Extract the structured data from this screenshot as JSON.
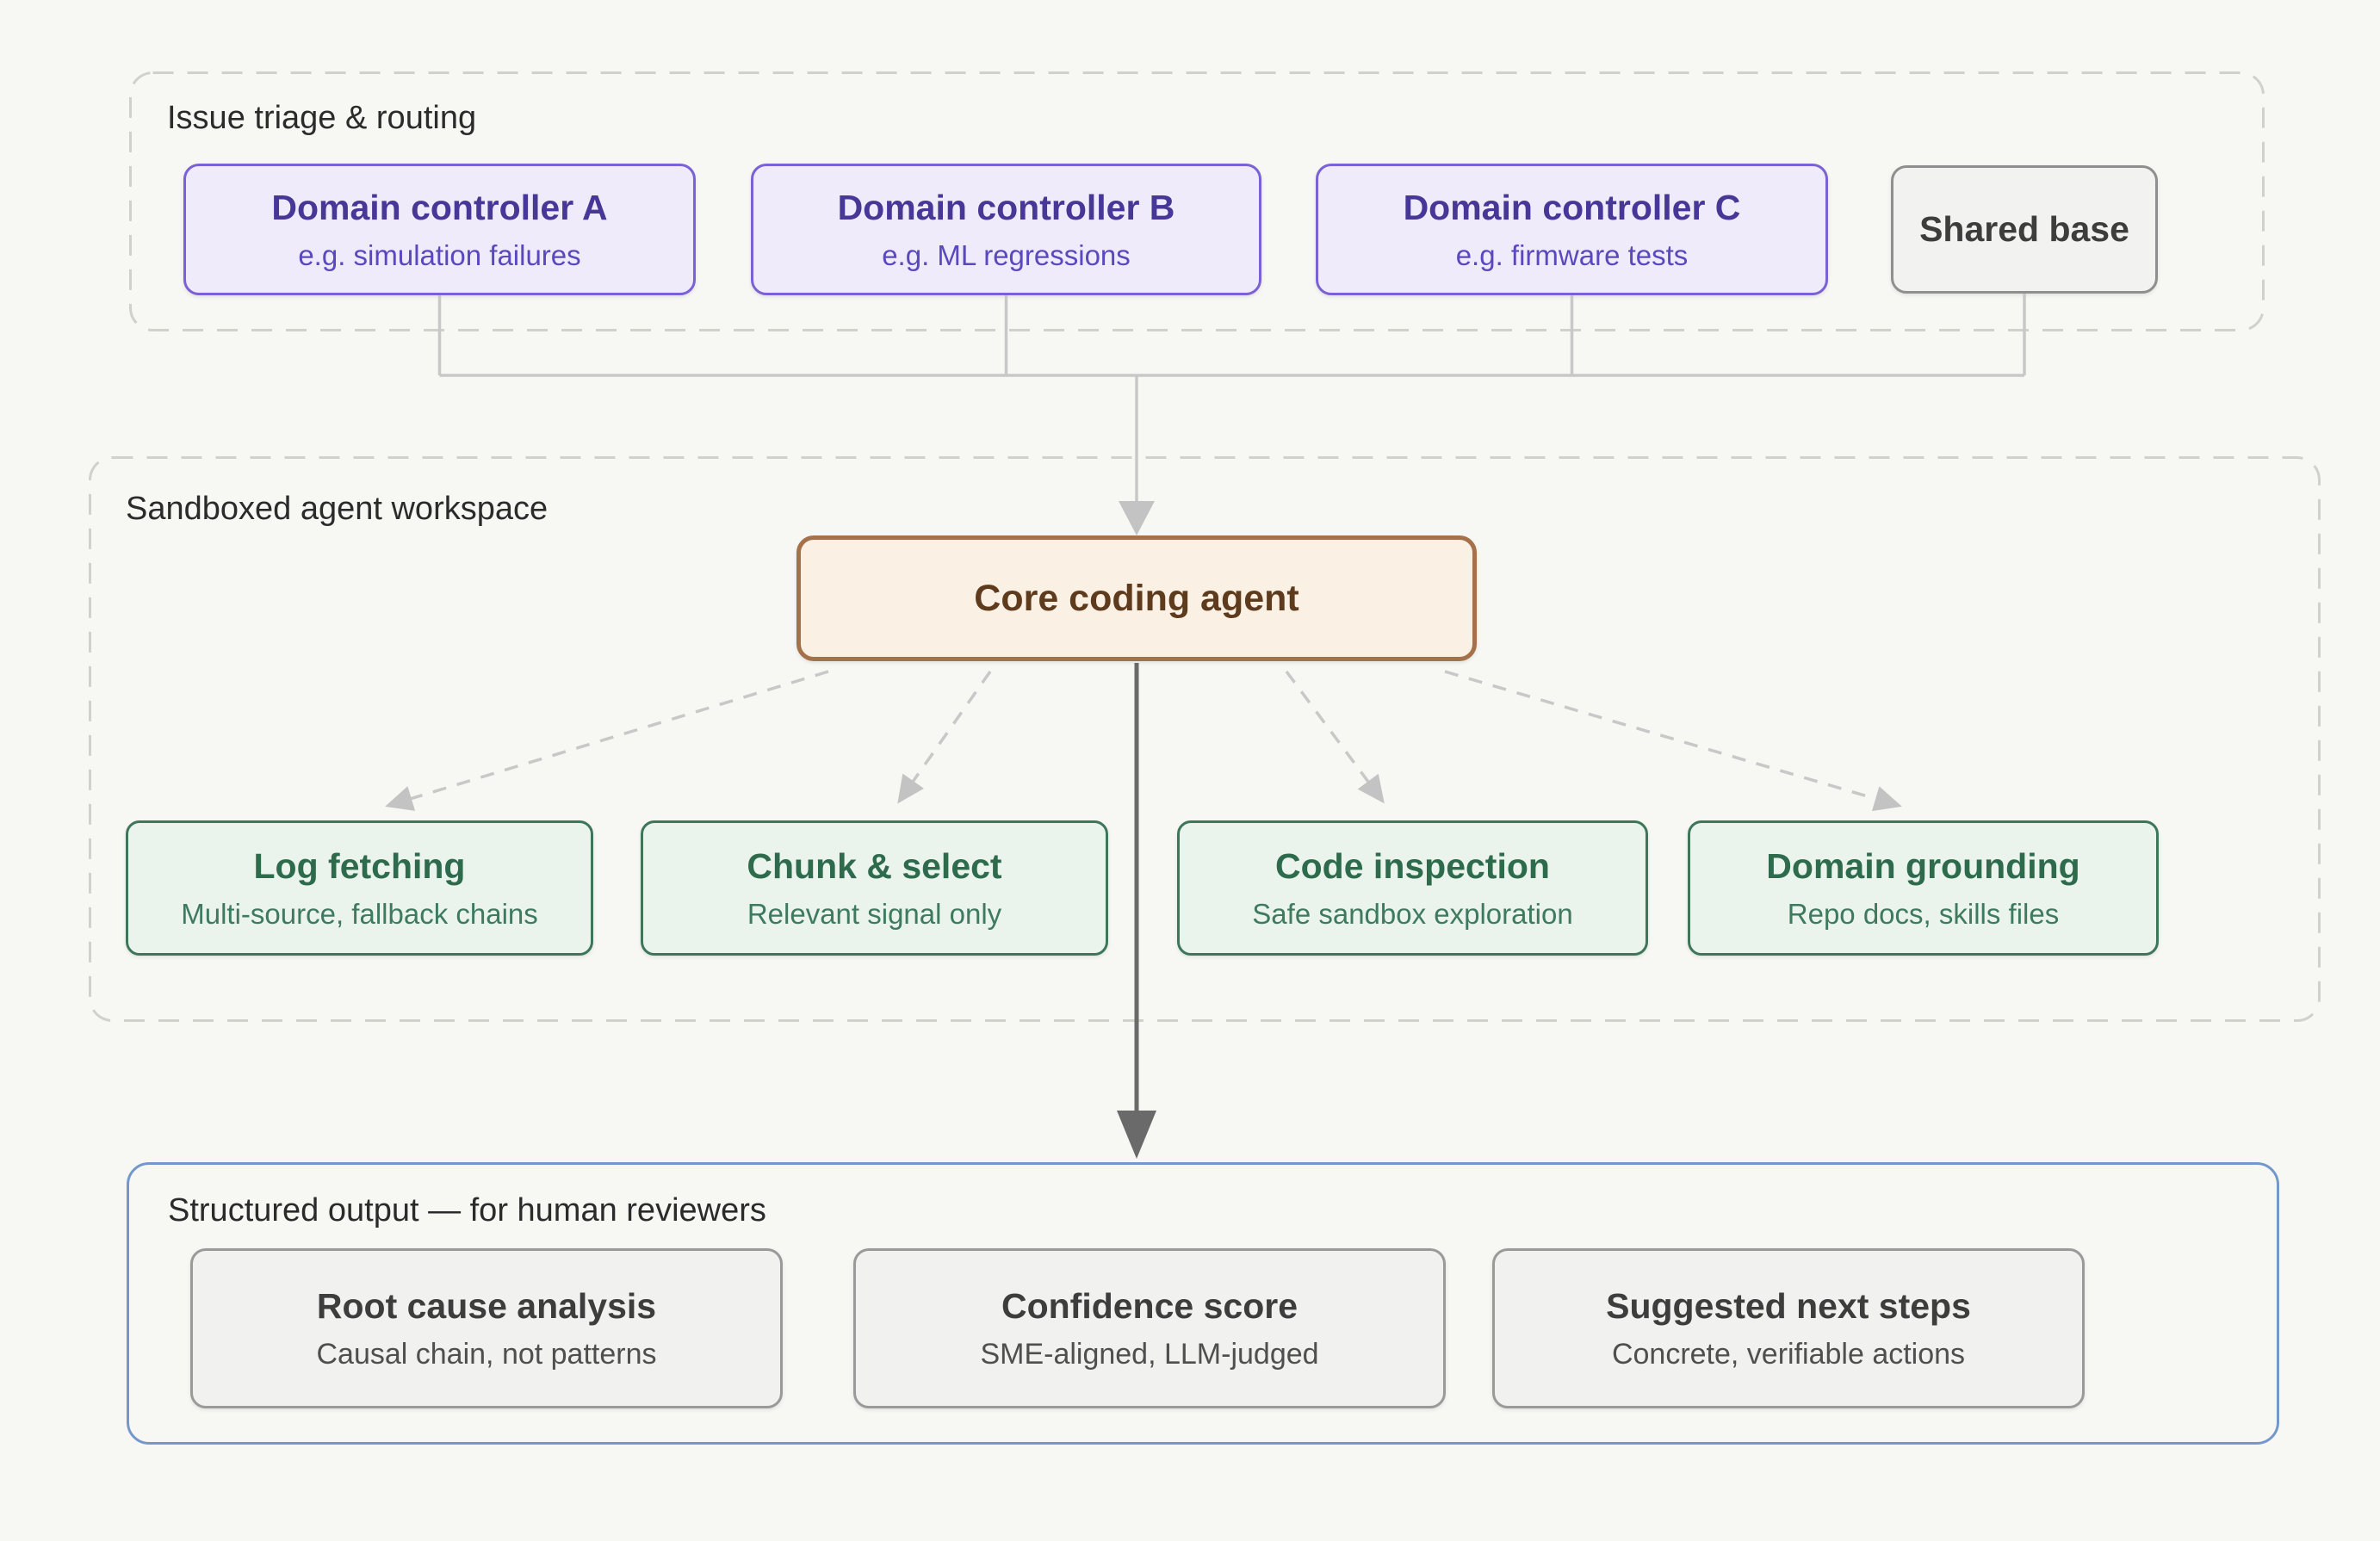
{
  "triage": {
    "label": "Issue triage & routing",
    "controllers": [
      {
        "title": "Domain controller A",
        "subtitle": "e.g. simulation failures"
      },
      {
        "title": "Domain controller B",
        "subtitle": "e.g. ML regressions"
      },
      {
        "title": "Domain controller C",
        "subtitle": "e.g. firmware tests"
      }
    ],
    "shared_base": {
      "title": "Shared base"
    }
  },
  "workspace": {
    "label": "Sandboxed agent workspace",
    "core": {
      "title": "Core coding agent"
    },
    "tools": [
      {
        "title": "Log fetching",
        "subtitle": "Multi-source, fallback chains"
      },
      {
        "title": "Chunk & select",
        "subtitle": "Relevant signal only"
      },
      {
        "title": "Code inspection",
        "subtitle": "Safe sandbox exploration"
      },
      {
        "title": "Domain grounding",
        "subtitle": "Repo docs, skills files"
      }
    ]
  },
  "output": {
    "label": "Structured output — for human reviewers",
    "cards": [
      {
        "title": "Root cause analysis",
        "subtitle": "Causal chain, not patterns"
      },
      {
        "title": "Confidence score",
        "subtitle": "SME-aligned, LLM-judged"
      },
      {
        "title": "Suggested next steps",
        "subtitle": "Concrete, verifiable actions"
      }
    ]
  },
  "colors": {
    "page_bg": "#F7F7F4",
    "purple_border": "#7B61D6",
    "purple_bg": "#EFEBFB",
    "purple_title": "#473796",
    "purple_subtitle": "#5A48BE",
    "neutral_border": "#8F8F8F",
    "neutral_bg": "#F2F2F0",
    "neutral_title": "#3D3D3D",
    "brown_border": "#A5714A",
    "brown_bg": "#FBF0E4",
    "brown_title": "#5F3B1E",
    "green_border": "#3E7659",
    "green_bg": "#EBF3ED",
    "green_title": "#2E6B4C",
    "green_subtitle": "#3E7A5E",
    "card_border": "#9A9A9A",
    "card_bg": "#F1F1EF",
    "card_title": "#3D3D3D",
    "card_subtitle": "#4F4F4F",
    "blue_border": "#7498C9",
    "connector_light": "#C8C8C8",
    "connector_dark": "#6A6A6A"
  }
}
